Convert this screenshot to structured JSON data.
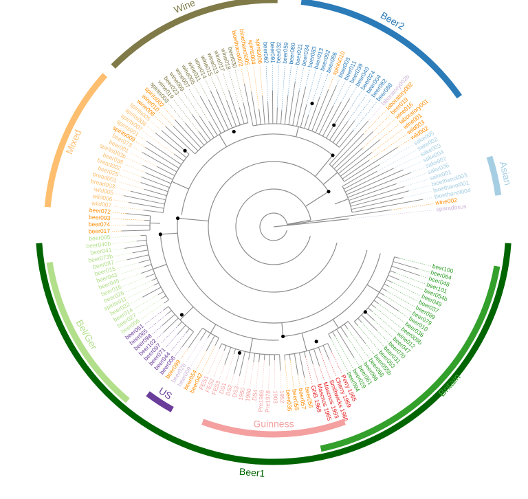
{
  "colors": {
    "branch": "#8c8c8c",
    "wine": "#7f7a47",
    "beer2": "#2b7bb9",
    "asian": "#a6cee3",
    "britain": "#33a02c",
    "beer1": "#006400",
    "guinness": "#f4a0a0",
    "us": "#6a3d9a",
    "belger": "#b2df8a",
    "mixed": "#fdbf6f",
    "orange": "#ff8c00",
    "lavender": "#cab2d6",
    "red": "#e31a1c"
  },
  "clades": [
    {
      "id": "wine",
      "label": "Wine",
      "color": "wine"
    },
    {
      "id": "beer2",
      "label": "Beer2",
      "color": "beer2"
    },
    {
      "id": "asian",
      "label": "Asian",
      "color": "asian"
    },
    {
      "id": "britain",
      "label": "Britain",
      "color": "britain"
    },
    {
      "id": "beer1",
      "label": "Beer1",
      "color": "beer1"
    },
    {
      "id": "guinness",
      "label": "Guinness",
      "color": "guinness"
    },
    {
      "id": "us",
      "label": "US",
      "color": "us"
    },
    {
      "id": "belger",
      "label": "Bel/Ger",
      "color": "belger"
    },
    {
      "id": "mixed",
      "label": "Mixed",
      "color": "mixed"
    }
  ],
  "leaves": [
    {
      "n": "sparadoxus",
      "c": "lavender"
    },
    {
      "n": "wine002",
      "c": "orange"
    },
    {
      "n": "bioethanol004",
      "c": "asian"
    },
    {
      "n": "bioethanol001",
      "c": "asian"
    },
    {
      "n": "bioethanol003",
      "c": "asian"
    },
    {
      "n": "sake001",
      "c": "asian"
    },
    {
      "n": "sake006",
      "c": "asian"
    },
    {
      "n": "sake007",
      "c": "asian"
    },
    {
      "n": "sake004",
      "c": "asian"
    },
    {
      "n": "sake003",
      "c": "asian"
    },
    {
      "n": "sake002",
      "c": "asian"
    },
    {
      "n": "sake005",
      "c": "asian"
    },
    {
      "n": "wild002",
      "c": "orange"
    },
    {
      "n": "wild003",
      "c": "orange"
    },
    {
      "n": "wine001",
      "c": "orange"
    },
    {
      "n": "laboratory001",
      "c": "orange"
    },
    {
      "n": "wine016",
      "c": "orange"
    },
    {
      "n": "beer019",
      "c": "orange"
    },
    {
      "n": "laboratory002",
      "c": "orange"
    },
    {
      "n": "laboratory002b",
      "c": "lavender"
    },
    {
      "n": "beer088",
      "c": "beer2"
    },
    {
      "n": "beer082",
      "c": "beer2"
    },
    {
      "n": "beer004",
      "c": "beer2"
    },
    {
      "n": "beer024",
      "c": "beer2"
    },
    {
      "n": "beer040",
      "c": "beer2"
    },
    {
      "n": "beer039",
      "c": "beer2"
    },
    {
      "n": "beer011",
      "c": "beer2"
    },
    {
      "n": "beer003",
      "c": "beer2"
    },
    {
      "n": "spirits010",
      "c": "orange"
    },
    {
      "n": "beer086",
      "c": "beer2"
    },
    {
      "n": "beer092",
      "c": "beer2"
    },
    {
      "n": "beer013",
      "c": "beer2"
    },
    {
      "n": "beer083",
      "c": "beer2"
    },
    {
      "n": "beer034",
      "c": "beer2"
    },
    {
      "n": "beer021",
      "c": "beer2"
    },
    {
      "n": "beer080",
      "c": "beer2"
    },
    {
      "n": "beer059",
      "c": "beer2"
    },
    {
      "n": "beer032",
      "c": "beer2"
    },
    {
      "n": "beer091",
      "c": "beer2"
    },
    {
      "n": "beer062",
      "c": "beer2"
    },
    {
      "n": "spirits006",
      "c": "orange"
    },
    {
      "n": "spirits004",
      "c": "orange"
    },
    {
      "n": "bioethanol005",
      "c": "orange"
    },
    {
      "n": "bioethanol002",
      "c": "orange"
    },
    {
      "n": "beer030",
      "c": "wine"
    },
    {
      "n": "wine018",
      "c": "wine"
    },
    {
      "n": "wine017",
      "c": "wine"
    },
    {
      "n": "wine013",
      "c": "wine"
    },
    {
      "n": "wine015",
      "c": "wine"
    },
    {
      "n": "wine014",
      "c": "wine"
    },
    {
      "n": "wine011",
      "c": "wine"
    },
    {
      "n": "wine005",
      "c": "wine"
    },
    {
      "n": "wine007",
      "c": "wine"
    },
    {
      "n": "wine009",
      "c": "wine"
    },
    {
      "n": "beer023",
      "c": "wine"
    },
    {
      "n": "wine019",
      "c": "wine"
    },
    {
      "n": "spirits003",
      "c": "wine"
    },
    {
      "n": "spirits002",
      "c": "orange"
    },
    {
      "n": "wine010",
      "c": "orange"
    },
    {
      "n": "wine008",
      "c": "orange"
    },
    {
      "n": "spirits005",
      "c": "mixed"
    },
    {
      "n": "spirits008",
      "c": "mixed"
    },
    {
      "n": "spirits007",
      "c": "mixed"
    },
    {
      "n": "spirits001",
      "c": "mixed"
    },
    {
      "n": "spirits009",
      "c": "orange"
    },
    {
      "n": "beer073",
      "c": "mixed"
    },
    {
      "n": "beer001",
      "c": "mixed"
    },
    {
      "n": "spirits003b",
      "c": "mixed"
    },
    {
      "n": "beer038",
      "c": "mixed"
    },
    {
      "n": "bread002",
      "c": "mixed"
    },
    {
      "n": "beer025",
      "c": "mixed"
    },
    {
      "n": "bread001",
      "c": "mixed"
    },
    {
      "n": "bread003",
      "c": "mixed"
    },
    {
      "n": "wild005",
      "c": "mixed"
    },
    {
      "n": "wild006",
      "c": "mixed"
    },
    {
      "n": "wild007",
      "c": "mixed"
    },
    {
      "n": "beer072",
      "c": "orange"
    },
    {
      "n": "beer093",
      "c": "orange"
    },
    {
      "n": "beer074",
      "c": "orange"
    },
    {
      "n": "beer017",
      "c": "orange"
    },
    {
      "n": "beer005",
      "c": "belger"
    },
    {
      "n": "beer040b",
      "c": "belger"
    },
    {
      "n": "beer041",
      "c": "belger"
    },
    {
      "n": "beer073b",
      "c": "belger"
    },
    {
      "n": "beer087",
      "c": "belger"
    },
    {
      "n": "beer015",
      "c": "belger"
    },
    {
      "n": "beer043",
      "c": "belger"
    },
    {
      "n": "beer045",
      "c": "belger"
    },
    {
      "n": "beer016",
      "c": "belger"
    },
    {
      "n": "beer026",
      "c": "belger"
    },
    {
      "n": "spirits011",
      "c": "belger"
    },
    {
      "n": "beer022",
      "c": "belger"
    },
    {
      "n": "beer014",
      "c": "belger"
    },
    {
      "n": "beer027",
      "c": "belger"
    },
    {
      "n": "beer006",
      "c": "belger"
    },
    {
      "n": "beer051",
      "c": "us"
    },
    {
      "n": "beer065",
      "c": "us"
    },
    {
      "n": "beer098",
      "c": "us"
    },
    {
      "n": "beer102",
      "c": "us"
    },
    {
      "n": "beer097",
      "c": "us"
    },
    {
      "n": "beer071",
      "c": "us"
    },
    {
      "n": "beer044",
      "c": "us"
    },
    {
      "n": "beer008",
      "c": "us"
    },
    {
      "n": "beer099",
      "c": "orange"
    },
    {
      "n": "beer028",
      "c": "lavender"
    },
    {
      "n": "beer009",
      "c": "lavender"
    },
    {
      "n": "beer054",
      "c": "orange"
    },
    {
      "n": "beer042",
      "c": "orange"
    },
    {
      "n": "FES1",
      "c": "guinness"
    },
    {
      "n": "FES2",
      "c": "guinness"
    },
    {
      "n": "FES3",
      "c": "guinness"
    },
    {
      "n": "DS1",
      "c": "guinness"
    },
    {
      "n": "DS2",
      "c": "guinness"
    },
    {
      "n": "DS3",
      "c": "guinness"
    },
    {
      "n": "1950",
      "c": "guinness"
    },
    {
      "n": "1980",
      "c": "guinness"
    },
    {
      "n": "DS4",
      "c": "guinness"
    },
    {
      "n": "Pre1986",
      "c": "guinness"
    },
    {
      "n": "Pre1978",
      "c": "guinness"
    },
    {
      "n": "1903",
      "c": "guinness"
    },
    {
      "n": "1952",
      "c": "guinness"
    },
    {
      "n": "beer035",
      "c": "orange"
    },
    {
      "n": "beer055",
      "c": "orange"
    },
    {
      "n": "beer057",
      "c": "orange"
    },
    {
      "n": "beer056",
      "c": "orange"
    },
    {
      "n": "GNB 1968",
      "c": "red"
    },
    {
      "n": "Mascnos 1965",
      "c": "red"
    },
    {
      "n": "Mascnos 1993",
      "c": "red"
    },
    {
      "n": "Smithwicks 1986",
      "c": "red"
    },
    {
      "n": "Cherry 1959",
      "c": "red"
    },
    {
      "n": "Perry 1965",
      "c": "red"
    },
    {
      "n": "beer094",
      "c": "britain"
    },
    {
      "n": "beer029",
      "c": "britain"
    },
    {
      "n": "beer061",
      "c": "britain"
    },
    {
      "n": "beer066",
      "c": "britain"
    },
    {
      "n": "beer068",
      "c": "britain"
    },
    {
      "n": "beer055b",
      "c": "britain"
    },
    {
      "n": "beer053",
      "c": "britain"
    },
    {
      "n": "beer031",
      "c": "britain"
    },
    {
      "n": "beer070",
      "c": "britain"
    },
    {
      "n": "beer047",
      "c": "britain"
    },
    {
      "n": "wine012",
      "c": "britain"
    },
    {
      "n": "beer009b",
      "c": "britain"
    },
    {
      "n": "beer036",
      "c": "britain"
    },
    {
      "n": "beer010",
      "c": "britain"
    },
    {
      "n": "beer079",
      "c": "britain"
    },
    {
      "n": "beer089",
      "c": "britain"
    },
    {
      "n": "beer037",
      "c": "britain"
    },
    {
      "n": "beer049",
      "c": "britain"
    },
    {
      "n": "beer054b",
      "c": "britain"
    },
    {
      "n": "beer101",
      "c": "britain"
    },
    {
      "n": "beer048",
      "c": "britain"
    },
    {
      "n": "beer064",
      "c": "britain"
    },
    {
      "n": "beer100",
      "c": "britain"
    }
  ]
}
